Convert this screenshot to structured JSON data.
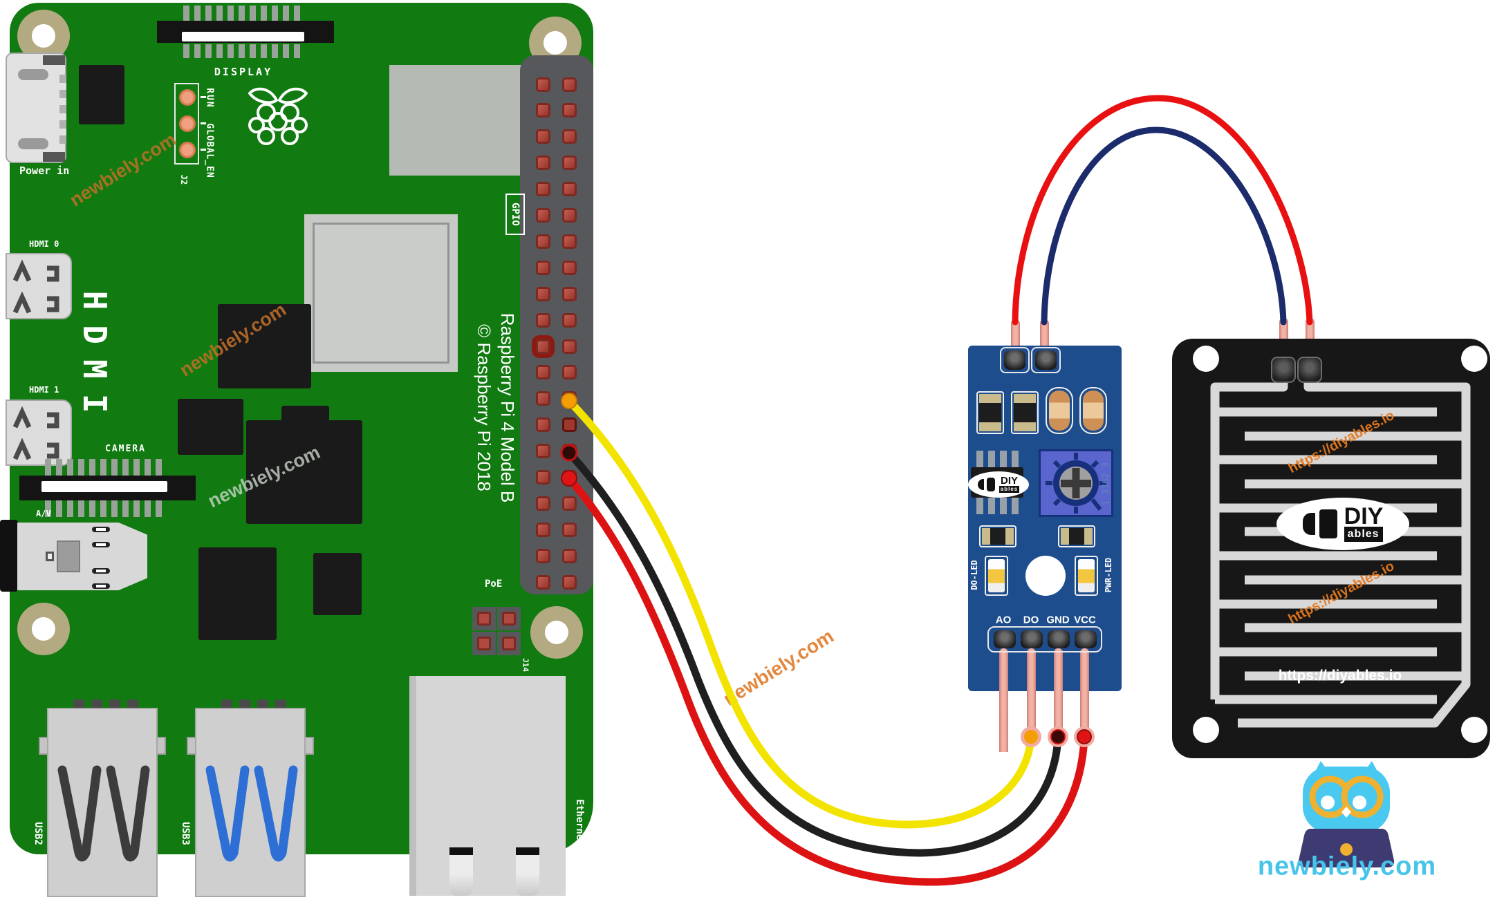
{
  "watermark": {
    "text": "newbiely.com"
  },
  "branding": {
    "site": "newbiely.com"
  },
  "raspberry_pi": {
    "name": "Raspberry Pi 4 Model B",
    "labels": {
      "power_in": "Power in",
      "display": "DISPLAY",
      "run": "RUN",
      "global_en": "GLOBAL_EN",
      "j2": "J2",
      "hdmi_big": "HDMI",
      "hdmi0": "HDMI 0",
      "hdmi1": "HDMI 1",
      "camera": "CAMERA",
      "av": "A/V",
      "gpio": "GPIO",
      "model": "Raspberry Pi 4 Model B",
      "copyright": "© Raspberry Pi 2018",
      "poe": "PoE",
      "j14": "J14",
      "ethernet": "Ethernet",
      "usb2": "USB2",
      "usb3": "USB3"
    }
  },
  "sensor_module": {
    "type": "rain sensor module",
    "logo": {
      "diy": "DIY",
      "ables": "ables"
    },
    "pot_marking": "1 3362 3",
    "labels": {
      "do_led": "DO-LED",
      "pwr_led": "PWR-LED"
    },
    "pins": [
      "AO",
      "DO",
      "GND",
      "VCC"
    ]
  },
  "rain_plate": {
    "logo": {
      "diy": "DIY",
      "ables": "ables"
    },
    "watermark_url": "https://diyables.io",
    "url": "https://diyables.io"
  },
  "wiring": {
    "module_to_pi": [
      {
        "module_pin": "DO",
        "color": "yellow"
      },
      {
        "module_pin": "GND",
        "color": "black"
      },
      {
        "module_pin": "VCC",
        "color": "red"
      },
      {
        "module_pin": "AO",
        "color": "unconnected"
      }
    ],
    "module_to_plate": [
      {
        "color": "red"
      },
      {
        "color": "dark blue"
      }
    ]
  },
  "colors": {
    "pcb_green": "#117b11",
    "module_blue": "#1e4d8d",
    "plate_black": "#171717",
    "trace_silver": "#d6d6d6",
    "wire_yellow": "#f2e400",
    "wire_black": "#1f1f1f",
    "wire_red": "#dd1212",
    "wire_navy": "#1b2b6b",
    "watermark_orange": "#c0772e",
    "diyables_orange": "#e5791e",
    "brand_cyan": "#47c4ea"
  }
}
